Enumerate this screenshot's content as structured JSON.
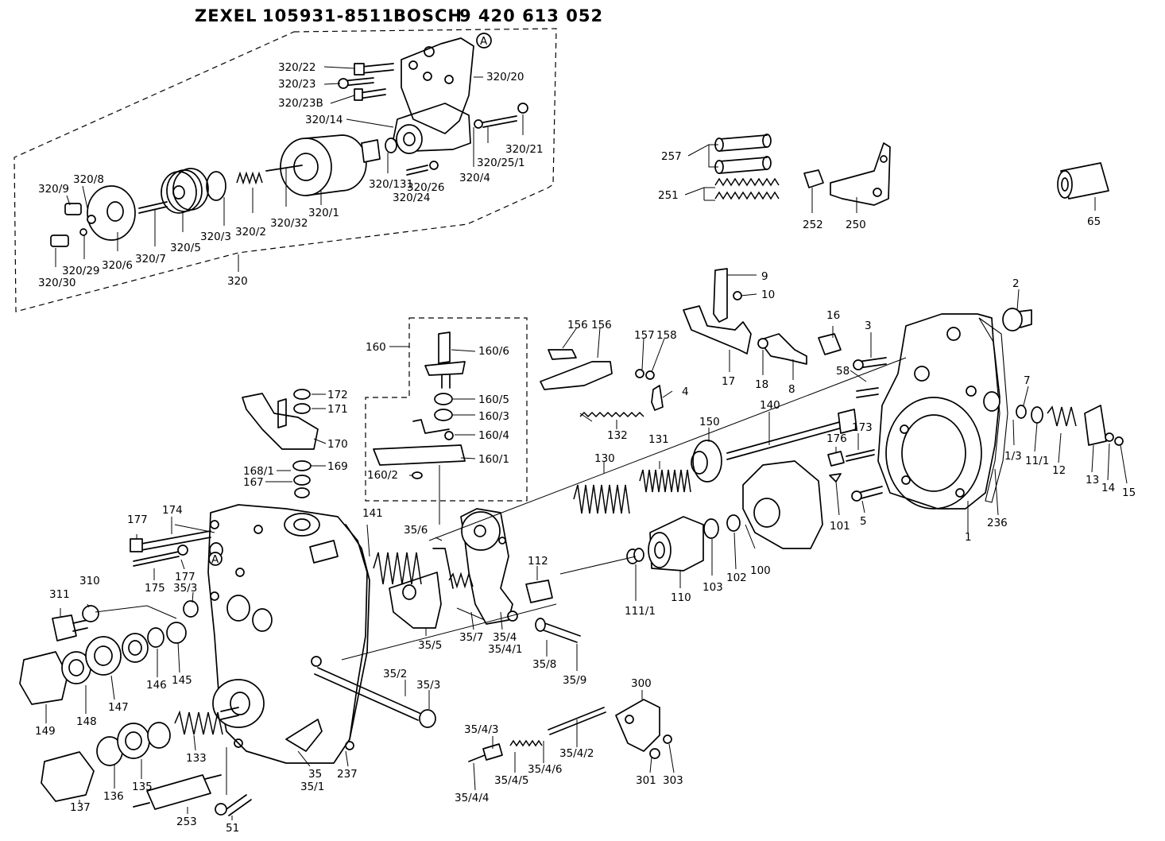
{
  "header": {
    "zexel": "ZEXEL",
    "zexel_no": "105931-8511",
    "bosch": "BOSCH",
    "bosch_no": "9 420 613 052"
  },
  "labels": [
    {
      "id": "p320_22",
      "text": "320/22"
    },
    {
      "id": "p320_23",
      "text": "320/23"
    },
    {
      "id": "p320_23b",
      "text": "320/23B"
    },
    {
      "id": "p320_14",
      "text": "320/14"
    },
    {
      "id": "p320_20",
      "text": "320/20"
    },
    {
      "id": "p320_21",
      "text": "320/21"
    },
    {
      "id": "p320_25_1",
      "text": "320/25/1"
    },
    {
      "id": "p320_4",
      "text": "320/4"
    },
    {
      "id": "p320_26",
      "text": "320/26"
    },
    {
      "id": "p320_24",
      "text": "320/24"
    },
    {
      "id": "p320_131",
      "text": "320/131"
    },
    {
      "id": "p320_1",
      "text": "320/1"
    },
    {
      "id": "p320_32",
      "text": "320/32"
    },
    {
      "id": "p320_2",
      "text": "320/2"
    },
    {
      "id": "p320_3",
      "text": "320/3"
    },
    {
      "id": "p320_5",
      "text": "320/5"
    },
    {
      "id": "p320_7",
      "text": "320/7"
    },
    {
      "id": "p320_6",
      "text": "320/6"
    },
    {
      "id": "p320_8",
      "text": "320/8"
    },
    {
      "id": "p320_9",
      "text": "320/9"
    },
    {
      "id": "p320_29",
      "text": "320/29"
    },
    {
      "id": "p320_30",
      "text": "320/30"
    },
    {
      "id": "p320",
      "text": "320"
    },
    {
      "id": "p257",
      "text": "257"
    },
    {
      "id": "p251",
      "text": "251"
    },
    {
      "id": "p252",
      "text": "252"
    },
    {
      "id": "p250",
      "text": "250"
    },
    {
      "id": "p65",
      "text": "65"
    },
    {
      "id": "p9",
      "text": "9"
    },
    {
      "id": "p10",
      "text": "10"
    },
    {
      "id": "p17",
      "text": "17"
    },
    {
      "id": "p18",
      "text": "18"
    },
    {
      "id": "p8",
      "text": "8"
    },
    {
      "id": "p16",
      "text": "16"
    },
    {
      "id": "p3",
      "text": "3"
    },
    {
      "id": "p58",
      "text": "58"
    },
    {
      "id": "p2",
      "text": "2"
    },
    {
      "id": "p7",
      "text": "7"
    },
    {
      "id": "p1_3",
      "text": "1/3"
    },
    {
      "id": "p11_1",
      "text": "11/1"
    },
    {
      "id": "p12",
      "text": "12"
    },
    {
      "id": "p13",
      "text": "13"
    },
    {
      "id": "p14",
      "text": "14"
    },
    {
      "id": "p15",
      "text": "15"
    },
    {
      "id": "p236",
      "text": "236"
    },
    {
      "id": "p1",
      "text": "1"
    },
    {
      "id": "p5",
      "text": "5"
    },
    {
      "id": "p101",
      "text": "101"
    },
    {
      "id": "p176",
      "text": "176"
    },
    {
      "id": "p173",
      "text": "173"
    },
    {
      "id": "p140",
      "text": "140"
    },
    {
      "id": "p150",
      "text": "150"
    },
    {
      "id": "p131",
      "text": "131"
    },
    {
      "id": "p130",
      "text": "130"
    },
    {
      "id": "p156a",
      "text": "156"
    },
    {
      "id": "p156b",
      "text": "156"
    },
    {
      "id": "p157",
      "text": "157"
    },
    {
      "id": "p158",
      "text": "158"
    },
    {
      "id": "p4",
      "text": "4"
    },
    {
      "id": "p132",
      "text": "132"
    },
    {
      "id": "p160",
      "text": "160"
    },
    {
      "id": "p160_6",
      "text": "160/6"
    },
    {
      "id": "p160_5",
      "text": "160/5"
    },
    {
      "id": "p160_3",
      "text": "160/3"
    },
    {
      "id": "p160_4",
      "text": "160/4"
    },
    {
      "id": "p160_1",
      "text": "160/1"
    },
    {
      "id": "p160_2",
      "text": "160/2"
    },
    {
      "id": "p172",
      "text": "172"
    },
    {
      "id": "p171",
      "text": "171"
    },
    {
      "id": "p170",
      "text": "170"
    },
    {
      "id": "p168_1",
      "text": "168/1"
    },
    {
      "id": "p167",
      "text": "167"
    },
    {
      "id": "p169",
      "text": "169"
    },
    {
      "id": "p100",
      "text": "100"
    },
    {
      "id": "p102",
      "text": "102"
    },
    {
      "id": "p103",
      "text": "103"
    },
    {
      "id": "p110",
      "text": "110"
    },
    {
      "id": "p111_1",
      "text": "111/1"
    },
    {
      "id": "p112",
      "text": "112"
    },
    {
      "id": "p141",
      "text": "141"
    },
    {
      "id": "p35_6",
      "text": "35/6"
    },
    {
      "id": "p35_5",
      "text": "35/5"
    },
    {
      "id": "p35_7",
      "text": "35/7"
    },
    {
      "id": "p35_4",
      "text": "35/4"
    },
    {
      "id": "p35_4_1",
      "text": "35/4/1"
    },
    {
      "id": "p35_8",
      "text": "35/8"
    },
    {
      "id": "p35_9",
      "text": "35/9"
    },
    {
      "id": "p177a",
      "text": "177"
    },
    {
      "id": "p174",
      "text": "174"
    },
    {
      "id": "p177b",
      "text": "177"
    },
    {
      "id": "p175",
      "text": "175"
    },
    {
      "id": "p35_3a",
      "text": "35/3"
    },
    {
      "id": "p310",
      "text": "310"
    },
    {
      "id": "p311",
      "text": "311"
    },
    {
      "id": "p146",
      "text": "146"
    },
    {
      "id": "p145",
      "text": "145"
    },
    {
      "id": "p147",
      "text": "147"
    },
    {
      "id": "p148",
      "text": "148"
    },
    {
      "id": "p149",
      "text": "149"
    },
    {
      "id": "p35_2",
      "text": "35/2"
    },
    {
      "id": "p35_3b",
      "text": "35/3"
    },
    {
      "id": "p133",
      "text": "133"
    },
    {
      "id": "p135",
      "text": "135"
    },
    {
      "id": "p136",
      "text": "136"
    },
    {
      "id": "p137",
      "text": "137"
    },
    {
      "id": "p253",
      "text": "253"
    },
    {
      "id": "p51",
      "text": "51"
    },
    {
      "id": "p35",
      "text": "35"
    },
    {
      "id": "p35_1",
      "text": "35/1"
    },
    {
      "id": "p237",
      "text": "237"
    },
    {
      "id": "p300",
      "text": "300"
    },
    {
      "id": "p301",
      "text": "301"
    },
    {
      "id": "p303",
      "text": "303"
    },
    {
      "id": "p35_4_3",
      "text": "35/4/3"
    },
    {
      "id": "p35_4_2",
      "text": "35/4/2"
    },
    {
      "id": "p35_4_6",
      "text": "35/4/6"
    },
    {
      "id": "p35_4_5",
      "text": "35/4/5"
    },
    {
      "id": "p35_4_4",
      "text": "35/4/4"
    },
    {
      "id": "refA1",
      "text": "A"
    },
    {
      "id": "refA2",
      "text": "A"
    }
  ]
}
